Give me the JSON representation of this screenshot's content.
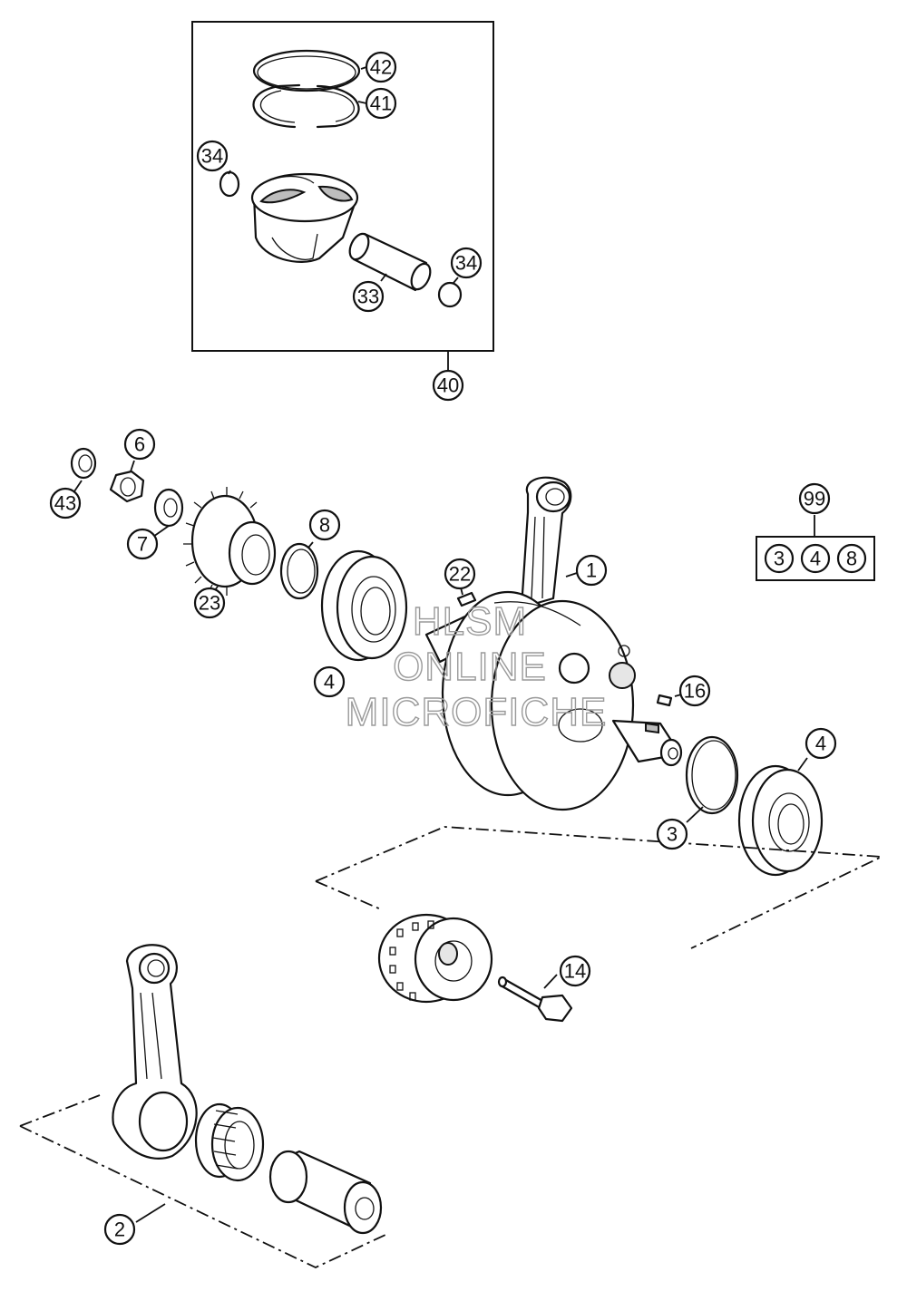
{
  "callouts": {
    "p42": "42",
    "p41": "41",
    "p34a": "34",
    "p34b": "34",
    "p33": "33",
    "p40": "40",
    "p6": "6",
    "p43": "43",
    "p7": "7",
    "p23": "23",
    "p8": "8",
    "p22": "22",
    "p1": "1",
    "p99": "99",
    "p3kit": "3",
    "p4kit": "4",
    "p8kit": "8",
    "p4a": "4",
    "p16": "16",
    "p4b": "4",
    "p3": "3",
    "p14": "14",
    "p2": "2"
  },
  "watermark": {
    "line1": "HLSM",
    "line2": "ONLINE",
    "line3": "MICROFICHE"
  }
}
